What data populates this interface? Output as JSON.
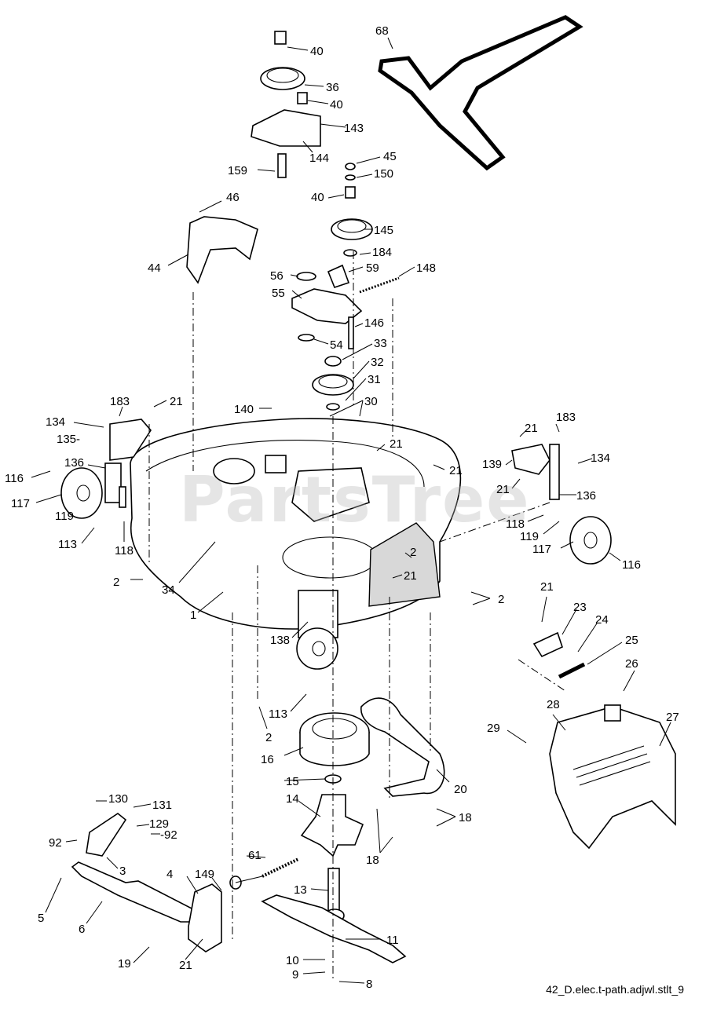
{
  "diagram": {
    "footer": "42_D.elec.t-path.adjwl.stlt_9",
    "watermark": "PartsTree",
    "callouts": [
      {
        "id": "c40a",
        "text": "40"
      },
      {
        "id": "c36",
        "text": "36"
      },
      {
        "id": "c40b",
        "text": "40"
      },
      {
        "id": "c143",
        "text": "143"
      },
      {
        "id": "c144",
        "text": "144"
      },
      {
        "id": "c159",
        "text": "159"
      },
      {
        "id": "c68",
        "text": "68"
      },
      {
        "id": "c45",
        "text": "45"
      },
      {
        "id": "c150",
        "text": "150"
      },
      {
        "id": "c40c",
        "text": "40"
      },
      {
        "id": "c46",
        "text": "46"
      },
      {
        "id": "c145",
        "text": "145"
      },
      {
        "id": "c44",
        "text": "44"
      },
      {
        "id": "c184",
        "text": "184"
      },
      {
        "id": "c59",
        "text": "59"
      },
      {
        "id": "c148",
        "text": "148"
      },
      {
        "id": "c56",
        "text": "56"
      },
      {
        "id": "c55",
        "text": "55"
      },
      {
        "id": "c146",
        "text": "146"
      },
      {
        "id": "c54",
        "text": "54"
      },
      {
        "id": "c33",
        "text": "33"
      },
      {
        "id": "c32",
        "text": "32"
      },
      {
        "id": "c31",
        "text": "31"
      },
      {
        "id": "c30",
        "text": "30"
      },
      {
        "id": "c140",
        "text": "140"
      },
      {
        "id": "c183a",
        "text": "183"
      },
      {
        "id": "c21a",
        "text": "21"
      },
      {
        "id": "c134a",
        "text": "134"
      },
      {
        "id": "c135",
        "text": "135-"
      },
      {
        "id": "c136a",
        "text": "136"
      },
      {
        "id": "c116a",
        "text": "116"
      },
      {
        "id": "c117a",
        "text": "117"
      },
      {
        "id": "c119a",
        "text": "119"
      },
      {
        "id": "c113a",
        "text": "113"
      },
      {
        "id": "c118a",
        "text": "118"
      },
      {
        "id": "c2a",
        "text": "2"
      },
      {
        "id": "c34",
        "text": "34"
      },
      {
        "id": "c1",
        "text": "1"
      },
      {
        "id": "c21b",
        "text": "21"
      },
      {
        "id": "c21c",
        "text": "21"
      },
      {
        "id": "c21d",
        "text": "21"
      },
      {
        "id": "c183b",
        "text": "183"
      },
      {
        "id": "c139",
        "text": "139"
      },
      {
        "id": "c134b",
        "text": "134"
      },
      {
        "id": "c21e",
        "text": "21"
      },
      {
        "id": "c136b",
        "text": "136"
      },
      {
        "id": "c118b",
        "text": "118"
      },
      {
        "id": "c119b",
        "text": "119"
      },
      {
        "id": "c117b",
        "text": "117"
      },
      {
        "id": "c116b",
        "text": "116"
      },
      {
        "id": "c2b",
        "text": "2"
      },
      {
        "id": "c21f",
        "text": "21"
      },
      {
        "id": "c2c",
        "text": "2"
      },
      {
        "id": "c138",
        "text": "138"
      },
      {
        "id": "c21g",
        "text": "21"
      },
      {
        "id": "c23",
        "text": "23"
      },
      {
        "id": "c24",
        "text": "24"
      },
      {
        "id": "c25",
        "text": "25"
      },
      {
        "id": "c26",
        "text": "26"
      },
      {
        "id": "c113b",
        "text": "113"
      },
      {
        "id": "c2d",
        "text": "2"
      },
      {
        "id": "c28",
        "text": "28"
      },
      {
        "id": "c27",
        "text": "27"
      },
      {
        "id": "c29",
        "text": "29"
      },
      {
        "id": "c16",
        "text": "16"
      },
      {
        "id": "c15",
        "text": "15"
      },
      {
        "id": "c14",
        "text": "14"
      },
      {
        "id": "c20",
        "text": "20"
      },
      {
        "id": "c18a",
        "text": "18"
      },
      {
        "id": "c18b",
        "text": "18"
      },
      {
        "id": "c130",
        "text": "130"
      },
      {
        "id": "c131",
        "text": "131"
      },
      {
        "id": "c129",
        "text": "129"
      },
      {
        "id": "c92a",
        "text": "92"
      },
      {
        "id": "c92b",
        "text": "-92"
      },
      {
        "id": "c3",
        "text": "3"
      },
      {
        "id": "c61",
        "text": "61"
      },
      {
        "id": "c4",
        "text": "4"
      },
      {
        "id": "c149",
        "text": "149"
      },
      {
        "id": "c13",
        "text": "13"
      },
      {
        "id": "c5",
        "text": "5"
      },
      {
        "id": "c6",
        "text": "6"
      },
      {
        "id": "c11",
        "text": "11"
      },
      {
        "id": "c19",
        "text": "19"
      },
      {
        "id": "c21h",
        "text": "21"
      },
      {
        "id": "c10",
        "text": "10"
      },
      {
        "id": "c9",
        "text": "9"
      },
      {
        "id": "c8",
        "text": "8"
      }
    ]
  }
}
